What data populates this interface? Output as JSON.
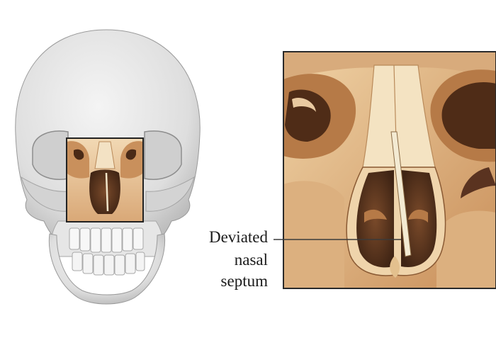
{
  "annotation": {
    "line1": "Deviated",
    "line2": "nasal",
    "line3": "septum"
  },
  "colors": {
    "bone": "#e7e7e7",
    "bone_shadow": "#b9b9b9",
    "cavity_tan": "#e9c9a0",
    "cavity_dark": "#5b3620",
    "septum": "#efe3c6",
    "frame": "#2a2a2a"
  }
}
